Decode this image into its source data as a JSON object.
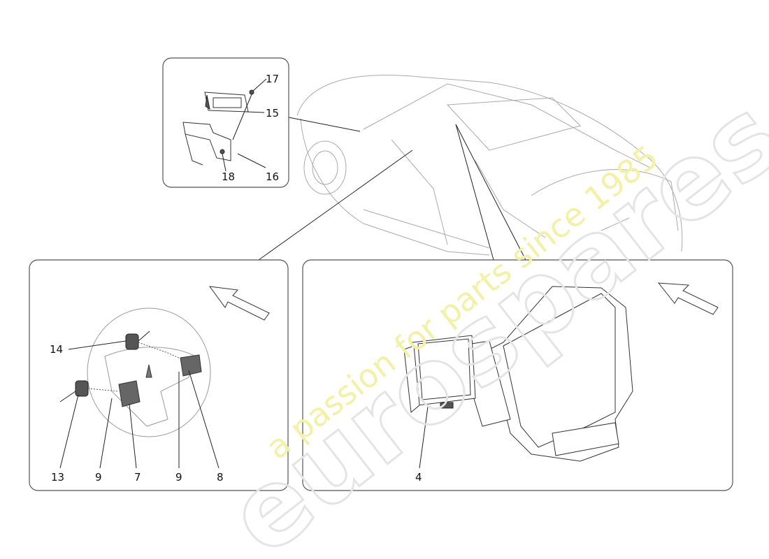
{
  "diagram": {
    "callouts": {
      "p17": "17",
      "p15": "15",
      "p18": "18",
      "p16": "16",
      "p14": "14",
      "p13": "13",
      "p9a": "9",
      "p7": "7",
      "p9b": "9",
      "p8": "8",
      "p4": "4"
    },
    "colors": {
      "line": "#222222",
      "watermark_grey": "#e4e4e4",
      "watermark_yellow": "#f3f0a8"
    }
  },
  "watermark": {
    "brand": "eurospares",
    "tagline": "a passion for parts since 1985"
  }
}
